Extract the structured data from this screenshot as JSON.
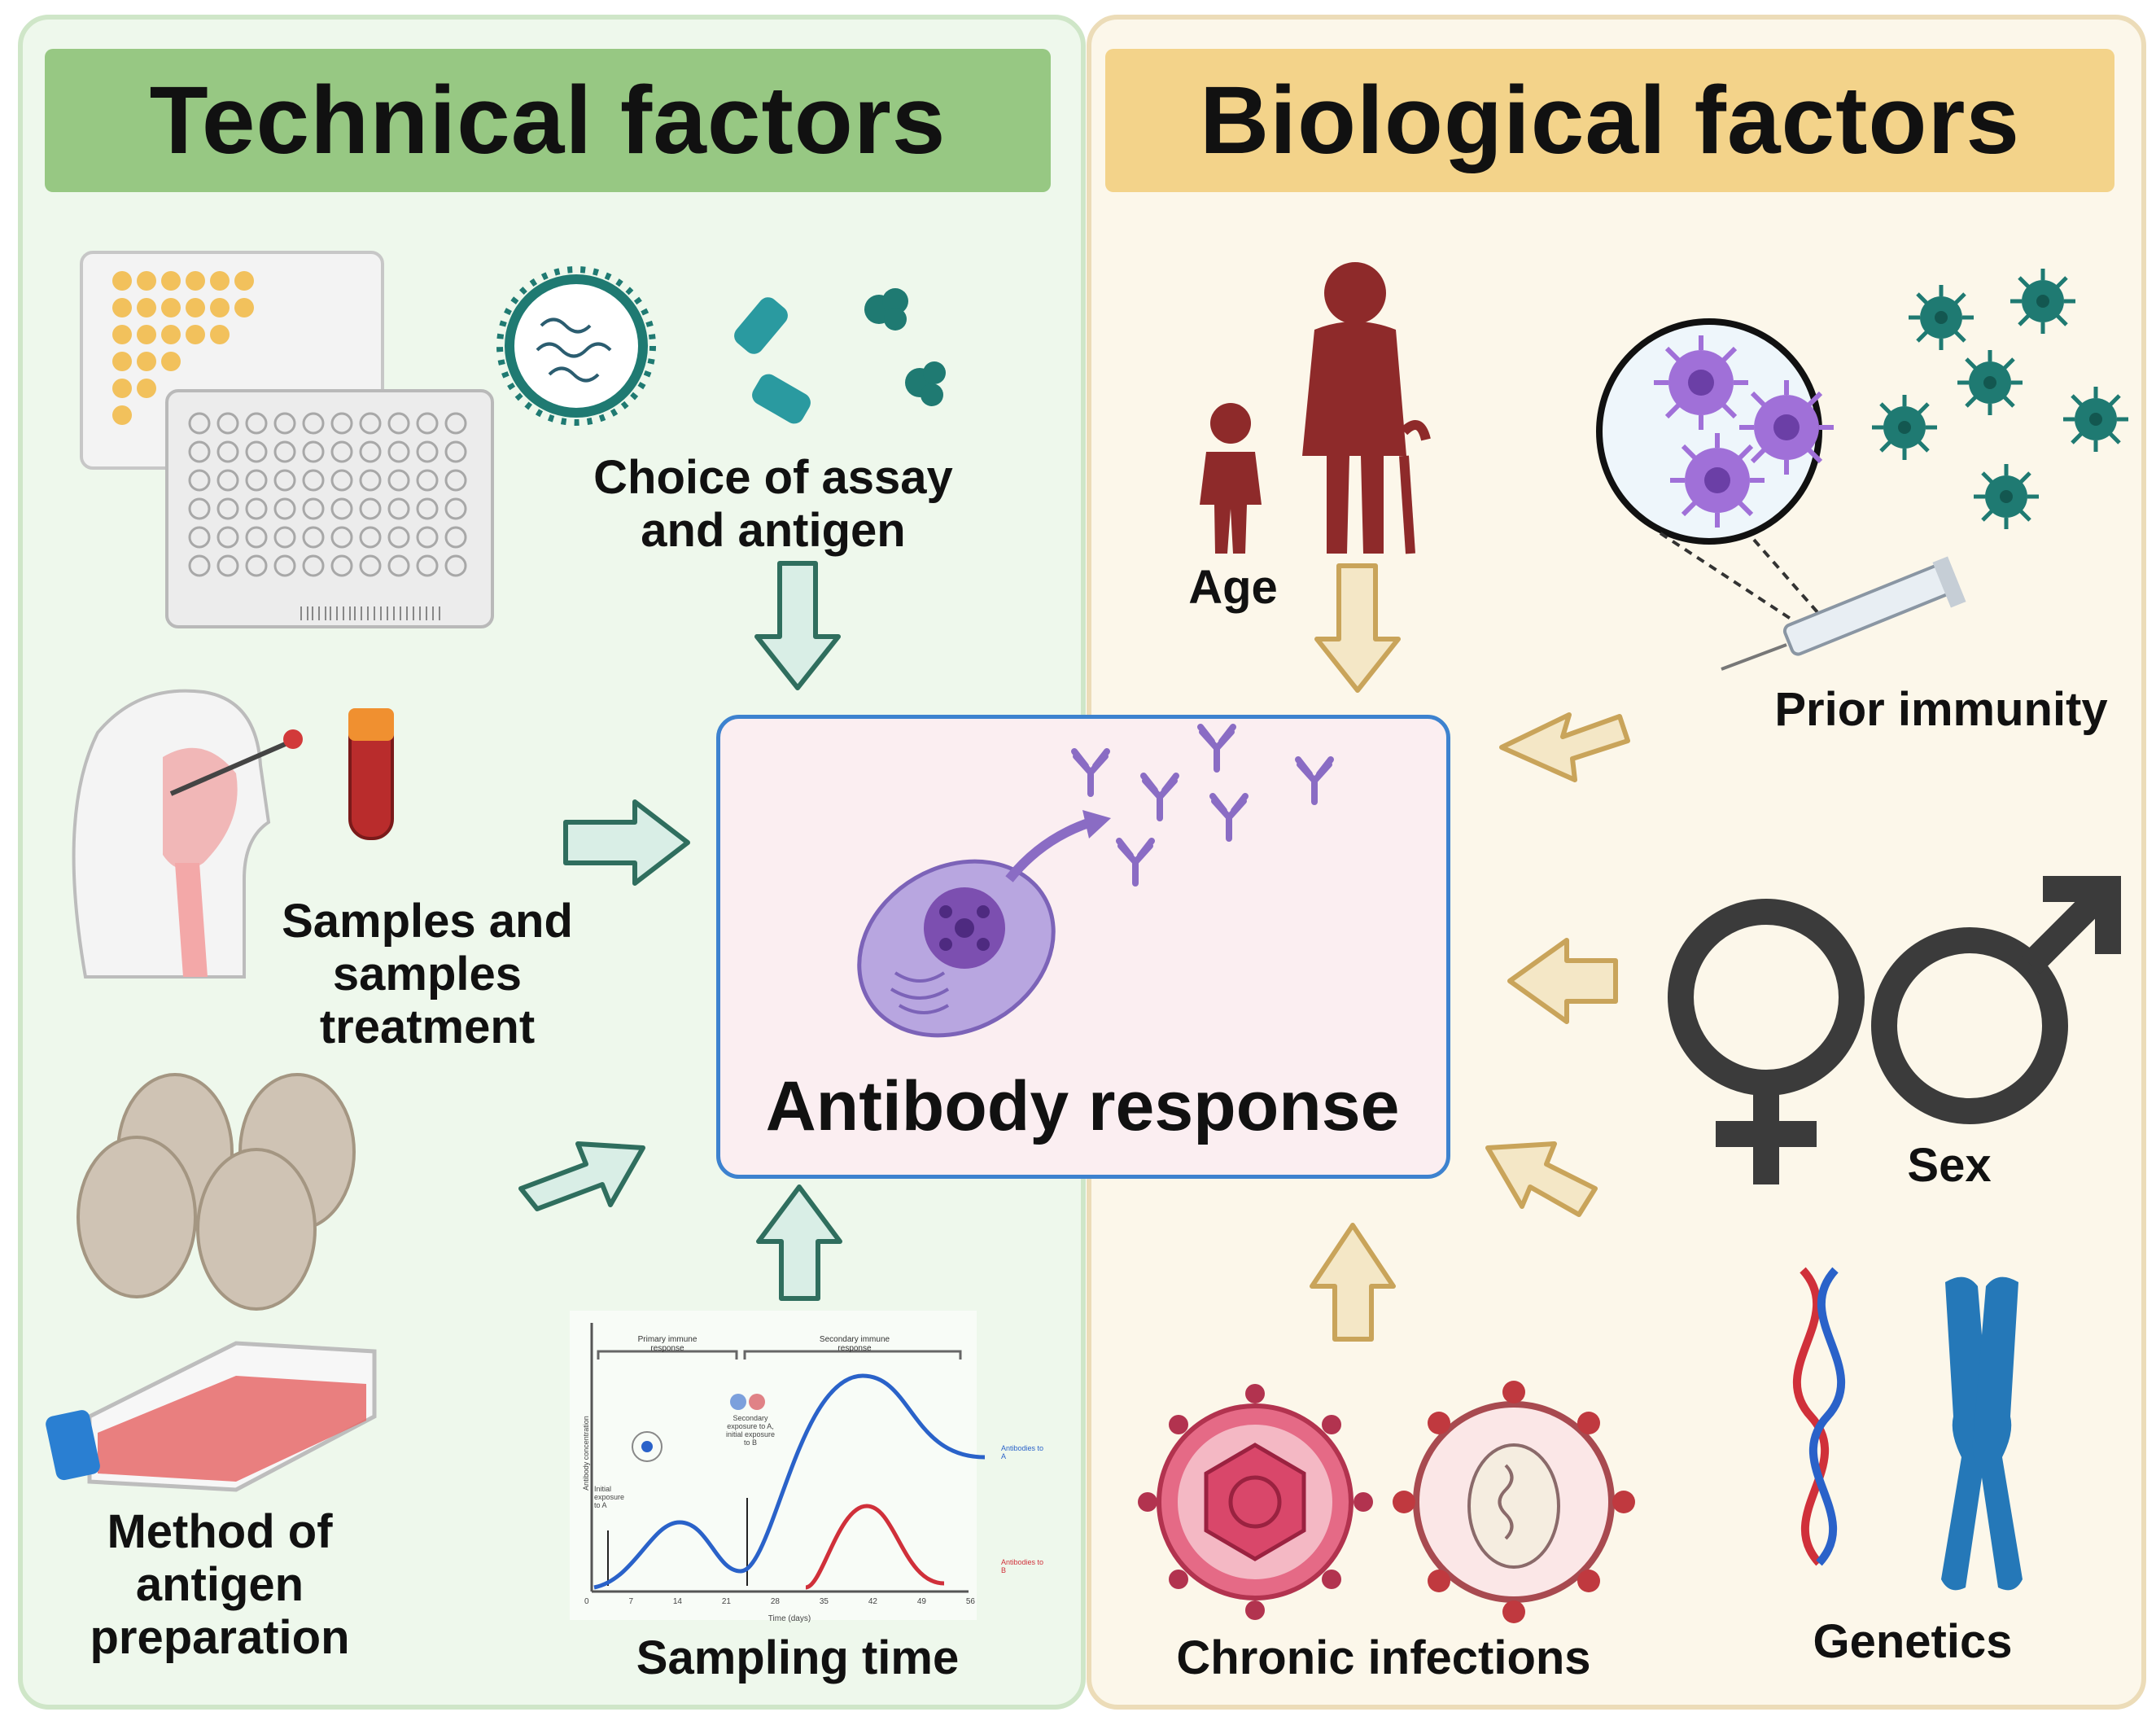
{
  "technical": {
    "title": "Technical factors",
    "assay": [
      "Choice of assay",
      "and antigen"
    ],
    "samples": [
      "Samples and",
      "samples",
      "treatment"
    ],
    "method": [
      "Method of",
      "antigen",
      "preparation"
    ],
    "sampling": "Sampling time"
  },
  "biological": {
    "title": "Biological factors",
    "age": "Age",
    "prior": "Prior immunity",
    "sex": "Sex",
    "chronic": "Chronic infections",
    "genetics": "Genetics"
  },
  "center": {
    "title": "Antibody response"
  },
  "sampling_chart": {
    "phase_primary": [
      "Primary immune",
      "response"
    ],
    "phase_secondary": [
      "Secondary immune",
      "response"
    ],
    "ylabel": "Antibody concentration",
    "xlabel": "Time (days)",
    "xticks": [
      "0",
      "7",
      "14",
      "21",
      "28",
      "35",
      "42",
      "49",
      "56"
    ],
    "annot_initial": [
      "Initial",
      "exposure",
      "to A"
    ],
    "annot_secondary": [
      "Secondary",
      "exposure to A,",
      "initial exposure",
      "to B"
    ],
    "legend_a": [
      "Antibodies to",
      "A"
    ],
    "legend_b": [
      "Antibodies to",
      "B"
    ]
  },
  "colors": {
    "tech_panel": "#eef8ec",
    "tech_banner": "#97c883",
    "bio_panel": "#fcf7ea",
    "bio_banner": "#f3d38a",
    "center_border": "#3d82cf",
    "center_fill": "#fbeef1",
    "arrow_tech": "#2f6e5e",
    "arrow_bio": "#c9a45a",
    "person": "#8e2a2a",
    "virus": "#1f7a72",
    "sex_symbol": "#3b3b3b",
    "series_a": "#2a62c9",
    "series_b": "#d0303a"
  }
}
